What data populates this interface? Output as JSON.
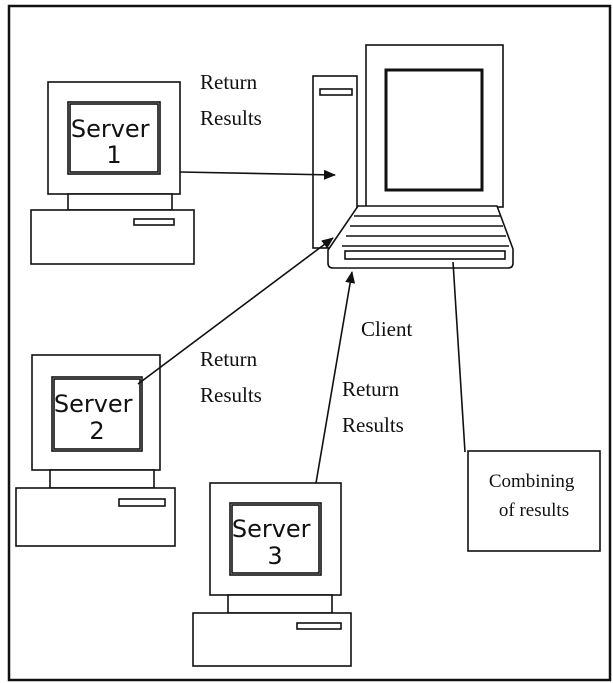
{
  "servers": [
    {
      "line1": "Server",
      "line2": "1"
    },
    {
      "line1": "Server",
      "line2": "2"
    },
    {
      "line1": "Server",
      "line2": "3"
    }
  ],
  "client": {
    "label": "Client"
  },
  "return_labels": [
    {
      "line1": "Return",
      "line2": "Results"
    },
    {
      "line1": "Return",
      "line2": "Results"
    },
    {
      "line1": "Return",
      "line2": "Results"
    }
  ],
  "combining": {
    "line1": "Combining",
    "line2": "of results"
  }
}
